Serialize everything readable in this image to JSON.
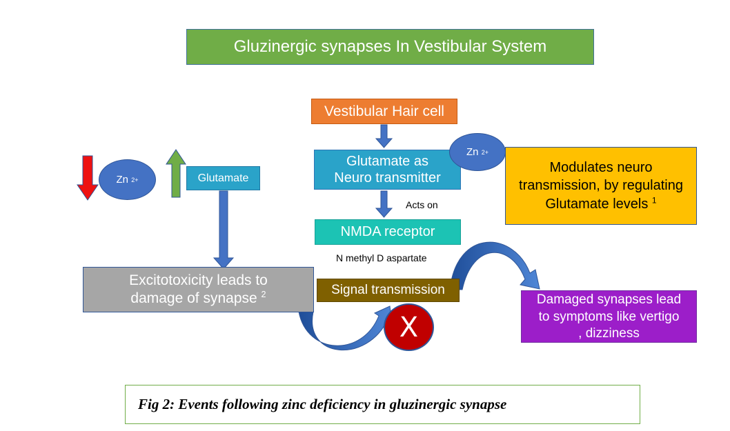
{
  "title": "Gluzinergic synapses In Vestibular System",
  "nodes": {
    "hair_cell": "Vestibular Hair cell",
    "glutamate_nt_line1": "Glutamate as",
    "glutamate_nt_line2": "Neuro transmitter",
    "nmda_receptor": "NMDA receptor",
    "nmda_full": "N methyl D aspartate",
    "acts_on": "Acts on",
    "signal_transmission": "Signal transmission",
    "modulates_line1": "Modulates neuro",
    "modulates_line2": "transmission, by regulating",
    "modulates_line3": "Glutamate levels",
    "modulates_ref": "1",
    "glutamate_left": "Glutamate",
    "excito_line1": "Excitotoxicity leads to",
    "excito_line2": "damage of synapse",
    "excito_ref": "2",
    "damaged_line1": "Damaged synapses lead",
    "damaged_line2": "to symptoms like vertigo",
    "damaged_line3": ", dizziness",
    "zn": "Zn",
    "zn_charge": "2+",
    "block_mark": "X"
  },
  "indicators": {
    "zinc": "decrease",
    "glutamate": "increase"
  },
  "colors": {
    "title": "#70ad47",
    "hair_cell": "#ed7d31",
    "glutamate": "#2aa3c9",
    "nmda": "#1cc3b4",
    "signal": "#7f6000",
    "modulates": "#ffc000",
    "excito": "#a6a6a6",
    "damaged": "#9c1ec9",
    "zn": "#4472c4",
    "block": "#c00000",
    "down_arrow": "#ee1111",
    "up_arrow": "#70ad47",
    "flow_arrow": "#4472c4"
  },
  "caption": "Fig 2: Events following zinc deficiency in gluzinergic synapse"
}
